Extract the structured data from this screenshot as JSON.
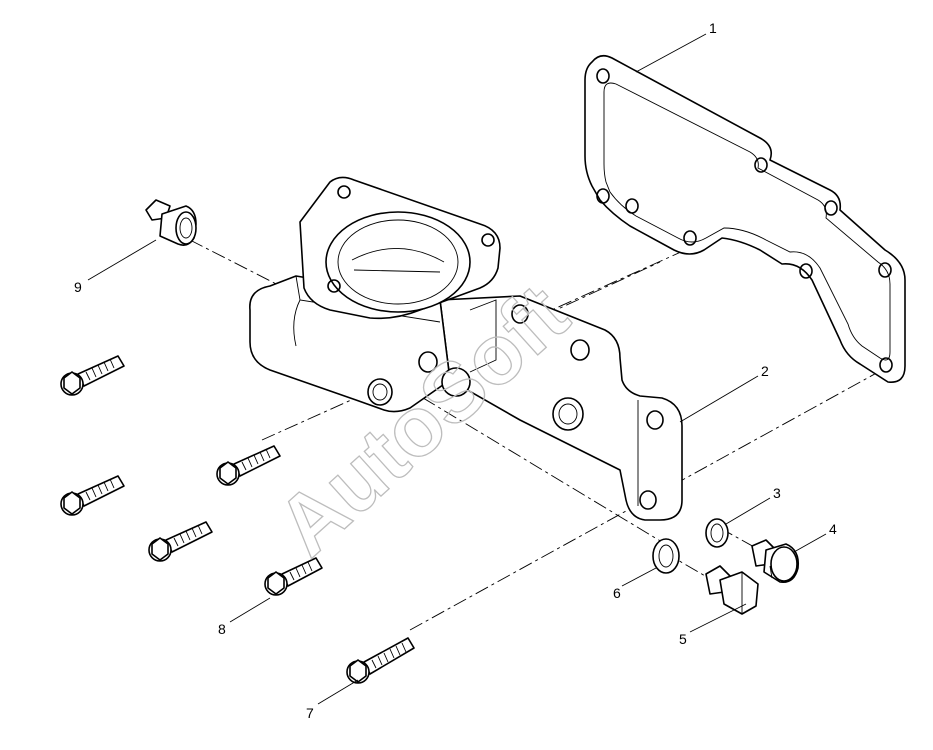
{
  "watermark": "AutoSoft",
  "callouts": [
    {
      "id": "1",
      "label": "1",
      "part": "gasket"
    },
    {
      "id": "2",
      "label": "2",
      "part": "housing"
    },
    {
      "id": "3",
      "label": "3",
      "part": "small-washer"
    },
    {
      "id": "4",
      "label": "4",
      "part": "plug-small"
    },
    {
      "id": "5",
      "label": "5",
      "part": "plug-large"
    },
    {
      "id": "6",
      "label": "6",
      "part": "washer"
    },
    {
      "id": "7",
      "label": "7",
      "part": "long-bolt"
    },
    {
      "id": "8",
      "label": "8",
      "part": "bolt"
    },
    {
      "id": "9",
      "label": "9",
      "part": "sensor"
    }
  ]
}
